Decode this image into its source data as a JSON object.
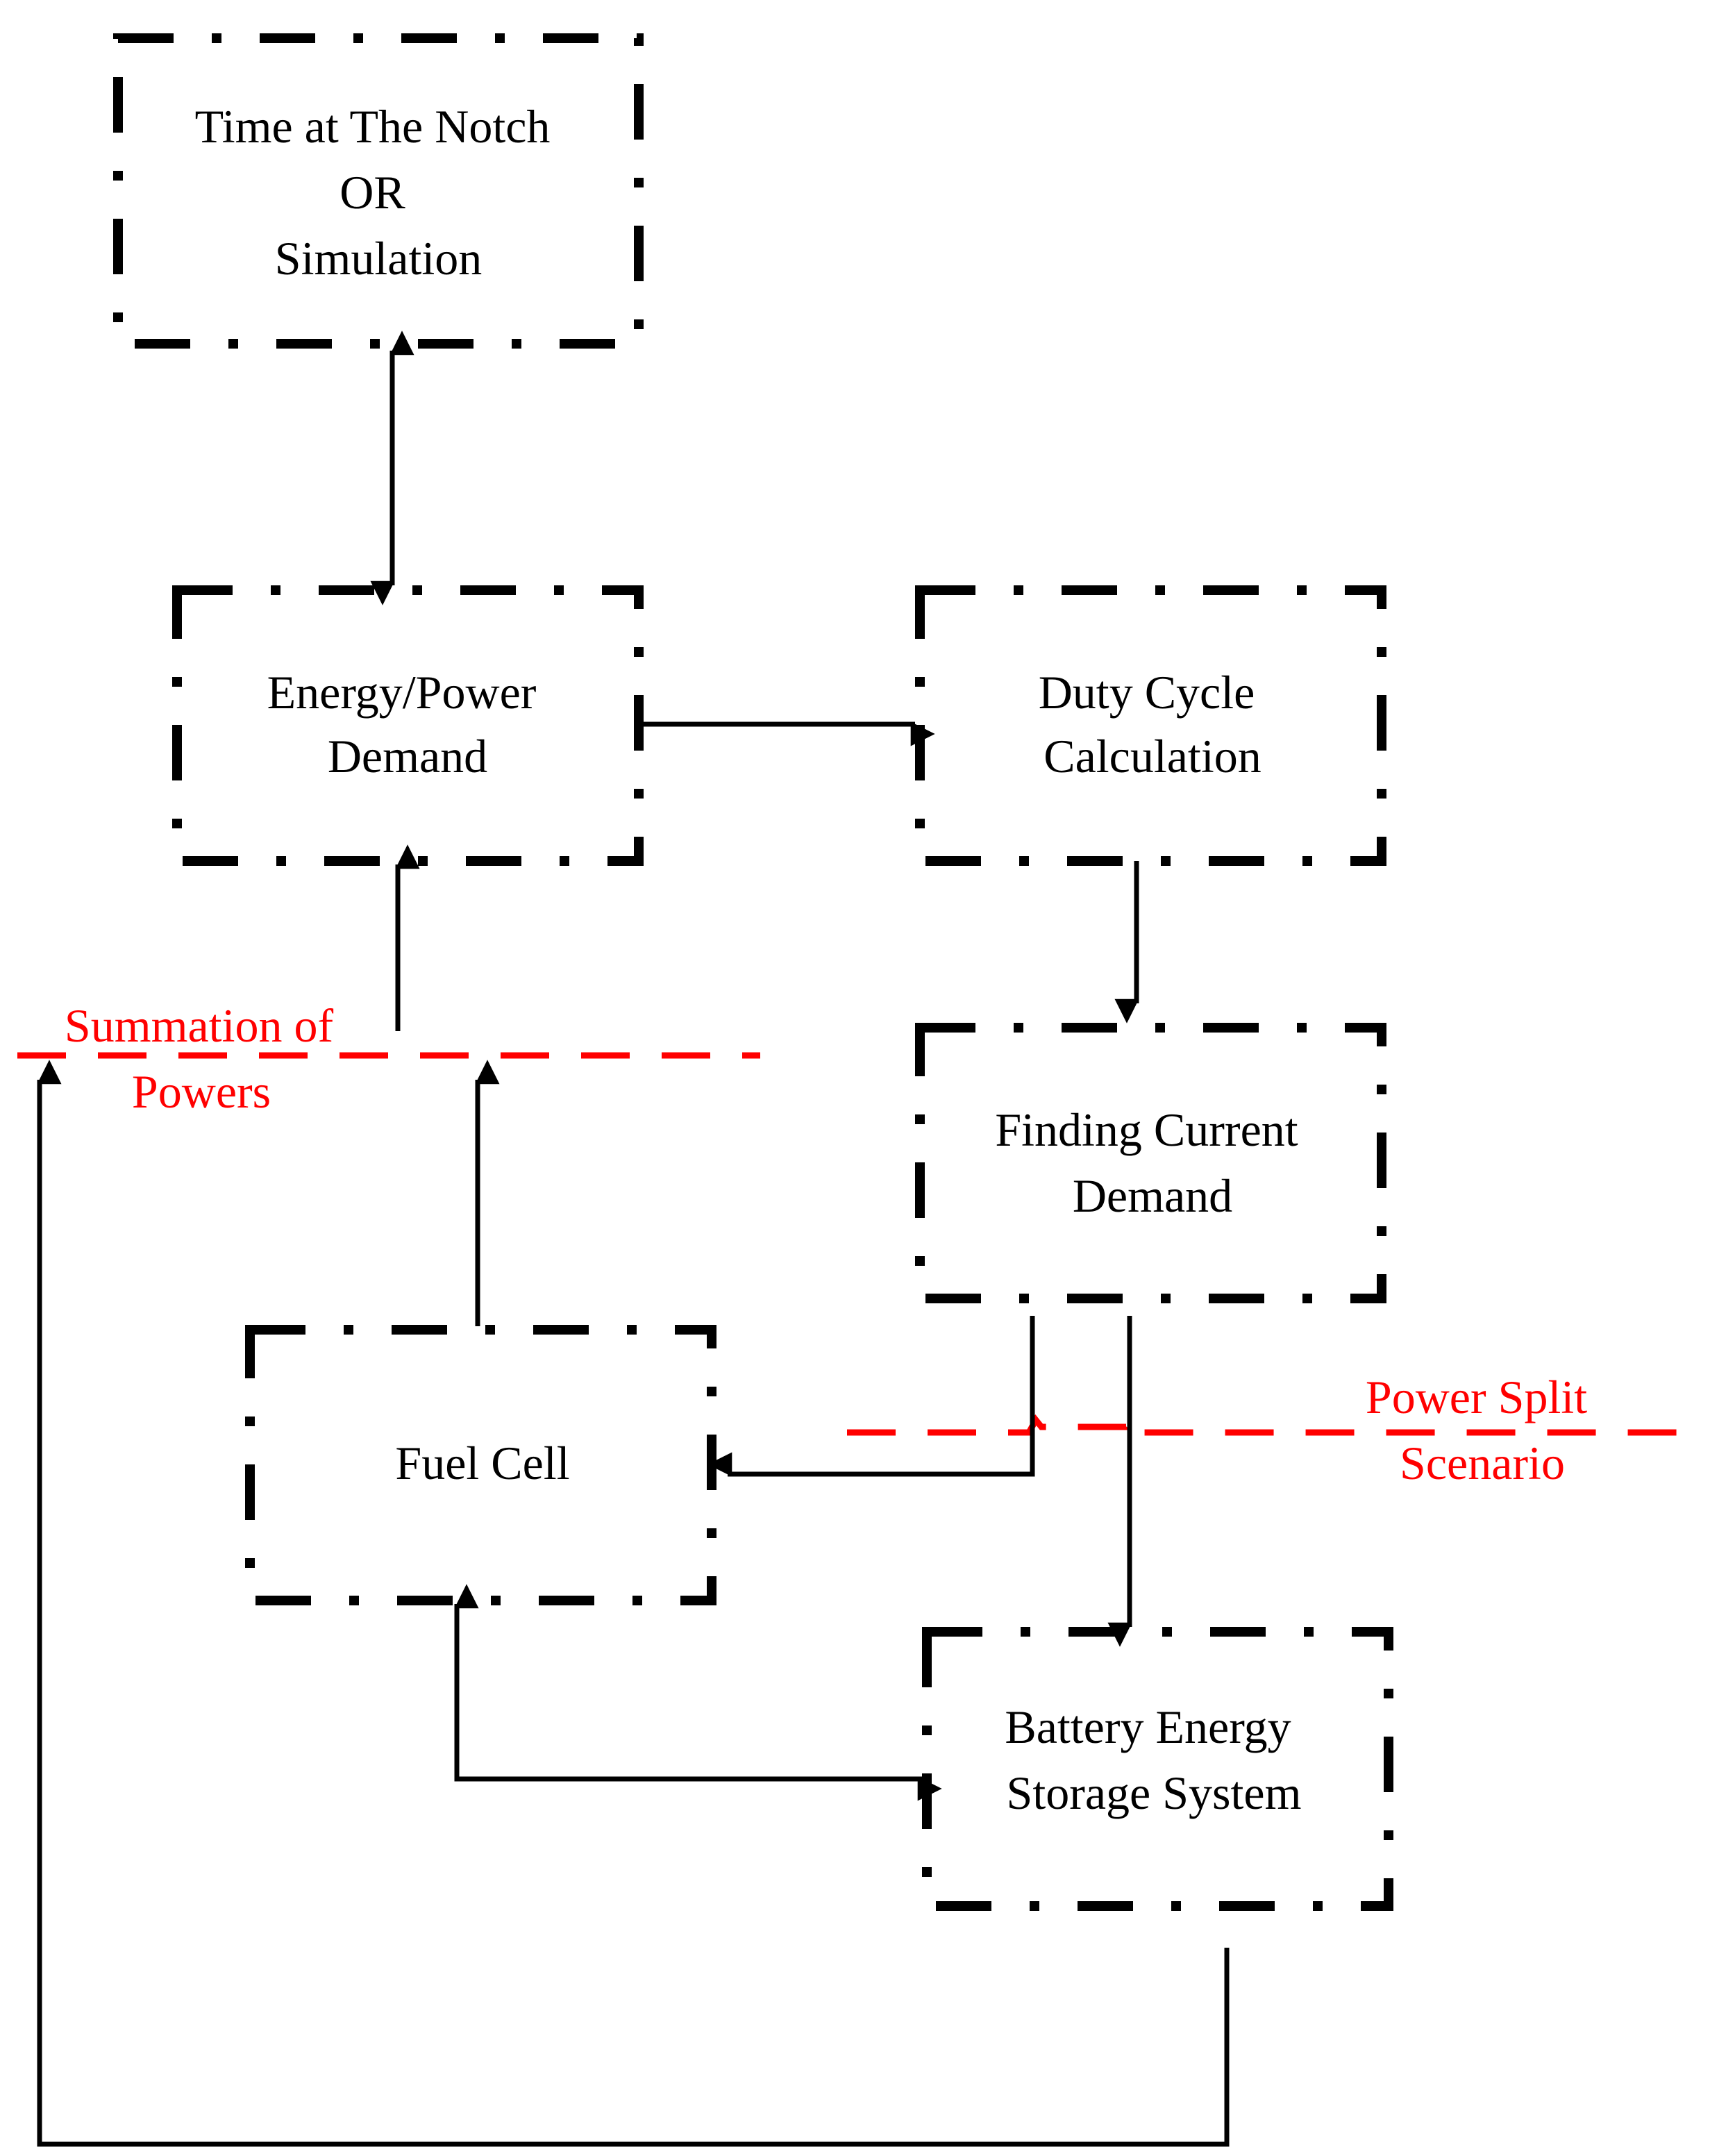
{
  "diagram": {
    "nodes": {
      "time": {
        "lines": [
          "Time at The Notch",
          "OR",
          "Simulation"
        ]
      },
      "demand": {
        "lines": [
          "Energy/Power",
          "Demand"
        ]
      },
      "duty": {
        "lines": [
          "Duty Cycle",
          "Calculation"
        ]
      },
      "current": {
        "lines": [
          "Finding Current",
          "Demand"
        ]
      },
      "fuel": {
        "lines": [
          "Fuel Cell"
        ]
      },
      "battery": {
        "lines": [
          "Battery Energy",
          "Storage System"
        ]
      }
    },
    "annotations": {
      "summation": {
        "lines": [
          "Summation of",
          "Powers"
        ]
      },
      "split": {
        "lines": [
          "Power Split",
          "Scenario"
        ]
      }
    },
    "edges": [
      {
        "from": "time",
        "to": "demand",
        "direction": "bidirectional"
      },
      {
        "from": "demand",
        "to": "duty",
        "direction": "forward"
      },
      {
        "from": "duty",
        "to": "current",
        "direction": "forward"
      },
      {
        "from": "current",
        "to": "fuel",
        "direction": "forward"
      },
      {
        "from": "current",
        "to": "battery",
        "direction": "forward"
      },
      {
        "from": "fuel",
        "to": "battery",
        "direction": "bidirectional"
      },
      {
        "from": "fuel",
        "to": "summation",
        "direction": "forward"
      },
      {
        "from": "summation",
        "to": "demand",
        "direction": "forward"
      },
      {
        "from": "battery",
        "to": "summation",
        "direction": "forward"
      }
    ],
    "colors": {
      "ink": "#000000",
      "annotation": "#ff0000"
    }
  }
}
